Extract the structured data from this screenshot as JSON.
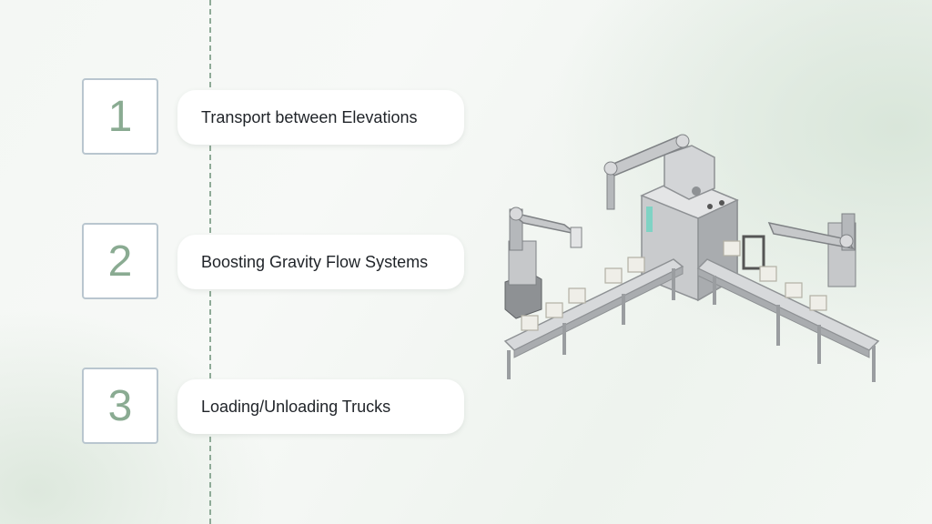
{
  "steps": [
    {
      "number": "1",
      "label": "Transport between Elevations"
    },
    {
      "number": "2",
      "label": "Boosting Gravity Flow Systems"
    },
    {
      "number": "3",
      "label": "Loading/Unloading Trucks"
    }
  ],
  "illustration": {
    "icon": "conveyor-robot-arm-icon"
  },
  "colors": {
    "accent": "#8aab92",
    "box_border": "#b9c6cf",
    "dashed_line": "#8eaa97"
  }
}
